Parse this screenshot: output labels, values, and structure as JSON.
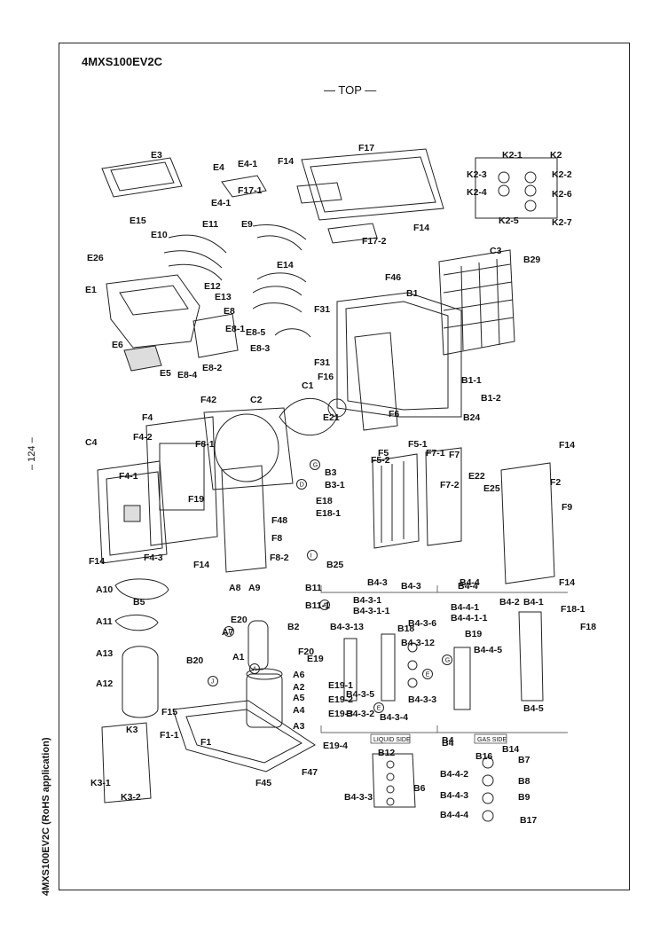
{
  "page": {
    "model": "4MXS100EV2C",
    "orientation": "— TOP —",
    "page_number": "– 124 –",
    "side_title": "4MXS100EV2C (RoHS application)"
  },
  "groups": {
    "b4_3": "B4-3",
    "b4_4": "B4-4",
    "b4": "B4",
    "liquid_side": "LIQUID SIDE",
    "gas_side": "GAS SIDE"
  },
  "callouts": [
    "G",
    "D",
    "I",
    "A",
    "J",
    "A",
    "E",
    "E",
    "G",
    "J"
  ],
  "labels": [
    "E3",
    "E4",
    "E4-1",
    "F14",
    "F17",
    "K2-1",
    "K2",
    "F17-1",
    "K2-3",
    "K2-2",
    "E4-1",
    "K2-4",
    "K2-6",
    "E11",
    "E9",
    "E15",
    "K2-5",
    "K2-7",
    "E10",
    "F14",
    "F17-2",
    "C3",
    "E26",
    "B29",
    "E14",
    "F46",
    "E1",
    "E12",
    "B1",
    "E13",
    "F31",
    "E8",
    "E8-1",
    "E8-5",
    "E8-3",
    "E6",
    "F31",
    "E5",
    "E8-4",
    "E8-2",
    "C1",
    "F16",
    "B1-1",
    "B1-2",
    "F42",
    "C2",
    "E21",
    "F6",
    "B24",
    "F4",
    "F4-2",
    "F8-1",
    "C4",
    "F14",
    "F5-1",
    "F7-1",
    "F5",
    "F7",
    "F5-2",
    "F2",
    "B3",
    "B3-1",
    "F7-2",
    "E22",
    "E25",
    "F4-1",
    "E18",
    "E18-1",
    "F19",
    "F9",
    "F48",
    "F8",
    "F14",
    "F4-3",
    "F8-2",
    "F14",
    "B25",
    "F14",
    "A10",
    "B4-3",
    "B4-4",
    "A8",
    "A9",
    "B11",
    "B4-3-1",
    "B4-4-1",
    "B4-3-1-1",
    "B4-2",
    "B4-1",
    "B5",
    "B4-4-1-1",
    "B11-1",
    "F18-1",
    "A11",
    "E20",
    "B18",
    "B4-3-13",
    "B4-3-6",
    "B19",
    "F18",
    "B2",
    "A7",
    "B4-3-12",
    "B4-4-5",
    "A13",
    "B20",
    "A1",
    "F20",
    "E19",
    "A12",
    "A6",
    "A2",
    "E19-1",
    "A5",
    "E19-2",
    "B4-3-5",
    "B4-3-3",
    "F15",
    "A4",
    "B4-3-2",
    "E19-3",
    "A3",
    "B4-3-4",
    "B4-5",
    "F1-1",
    "F1",
    "E19-4",
    "K3",
    "B4",
    "B12",
    "B14",
    "B16",
    "B7",
    "F45",
    "F47",
    "B4-4-2",
    "B6",
    "B8",
    "B4-3-3",
    "B4-4-3",
    "B9",
    "K3-1",
    "K3-2",
    "B4-4-4",
    "B17"
  ]
}
